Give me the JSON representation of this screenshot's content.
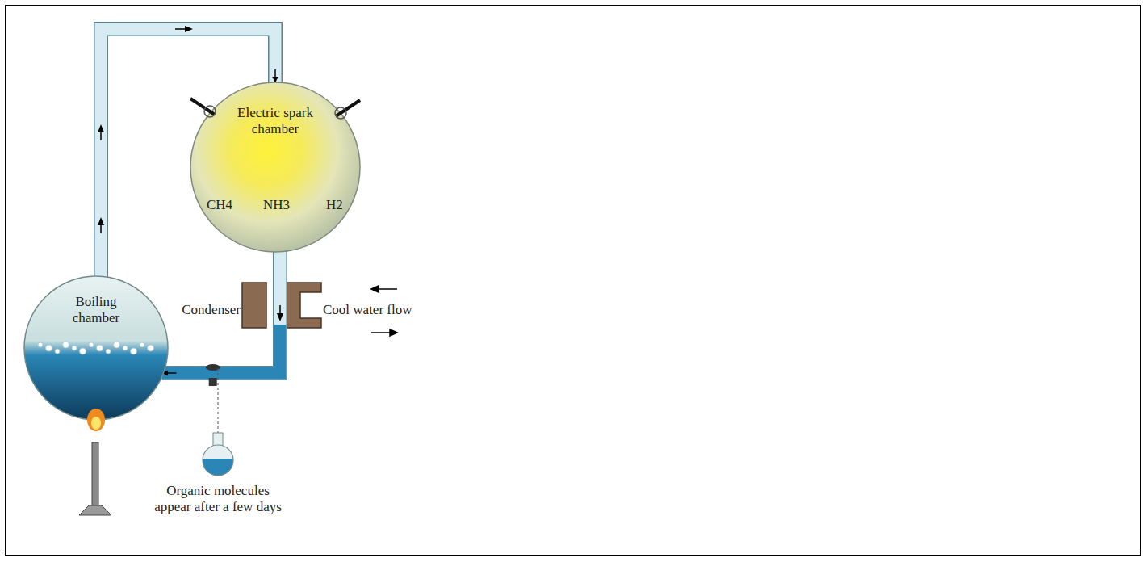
{
  "diagram": {
    "nodes": [
      {
        "text": [
          "Electric spark chamber",
          "CH4",
          "NH3",
          "H2"
        ]
      },
      {
        "text": [
          "Boiling chamber"
        ]
      },
      {
        "text": [
          "Organic molecules appear after a few days"
        ]
      }
    ],
    "edges": [
      {
        "from": 1,
        "to": 0,
        "arrow": "to"
      },
      {
        "from": 0,
        "to": 1,
        "arrow": "to"
      }
    ],
    "labels": [
      "Condenser",
      "Cool water flow"
    ]
  }
}
